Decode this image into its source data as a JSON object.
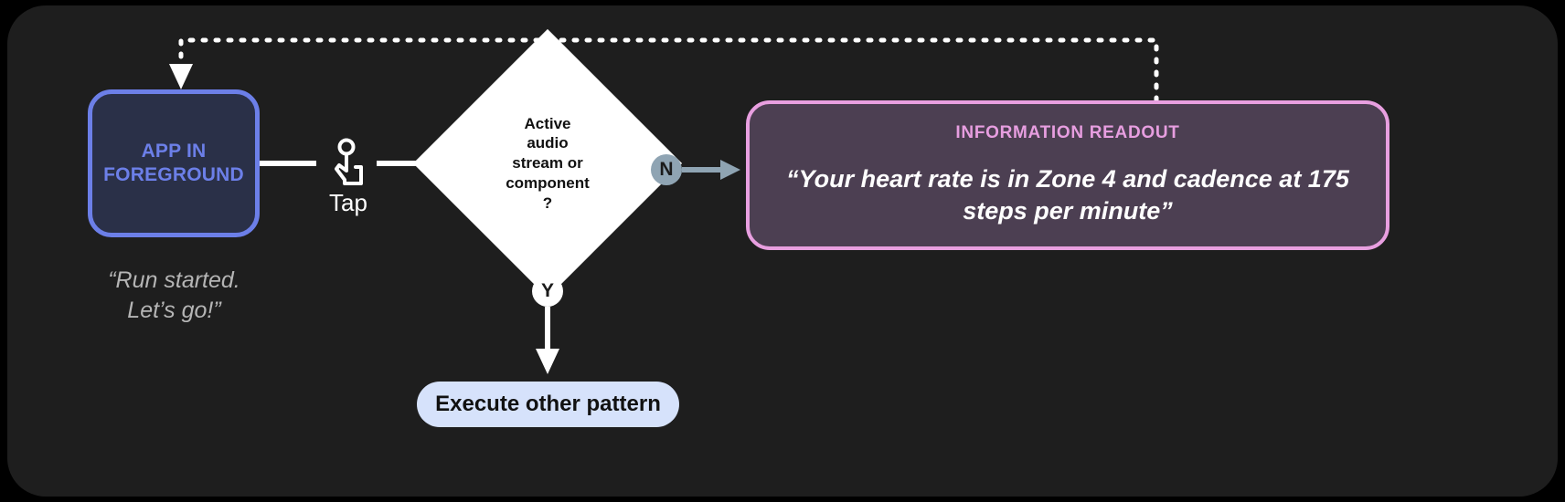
{
  "diagram": {
    "app_node": {
      "label": "APP IN\nFOREGROUND",
      "caption": "“Run started.\nLet’s go!”",
      "border_color": "#6c7fe8",
      "fill_color": "#2a3048",
      "text_color": "#6c7fe8"
    },
    "gesture": {
      "label": "Tap",
      "icon": "tap-gesture-icon"
    },
    "decision": {
      "text": "Active\naudio\nstream or\ncomponent\n?",
      "fill_color": "#ffffff",
      "text_color": "#111111"
    },
    "branches": {
      "no": {
        "label": "N",
        "badge_color": "#8fa4b3"
      },
      "yes": {
        "label": "Y",
        "badge_color": "#ffffff"
      }
    },
    "readout": {
      "title": "INFORMATION READOUT",
      "body": "“Your heart rate is in Zone 4 and cadence at 175 steps per minute”",
      "border_color": "#e89fe0",
      "fill_color": "#4c3f52",
      "title_color": "#e79ee0",
      "body_color": "#ffffff"
    },
    "execute_pill": {
      "label": "Execute other pattern",
      "fill_color": "#d6e2fb",
      "text_color": "#111111"
    },
    "connectors": {
      "feedback_style": "dotted",
      "feedback_color": "#ffffff",
      "no_arrow_color": "#8fa4b3",
      "flow_arrow_color": "#ffffff"
    },
    "canvas": {
      "background": "#1e1e1e",
      "page_background": "#000000"
    }
  }
}
